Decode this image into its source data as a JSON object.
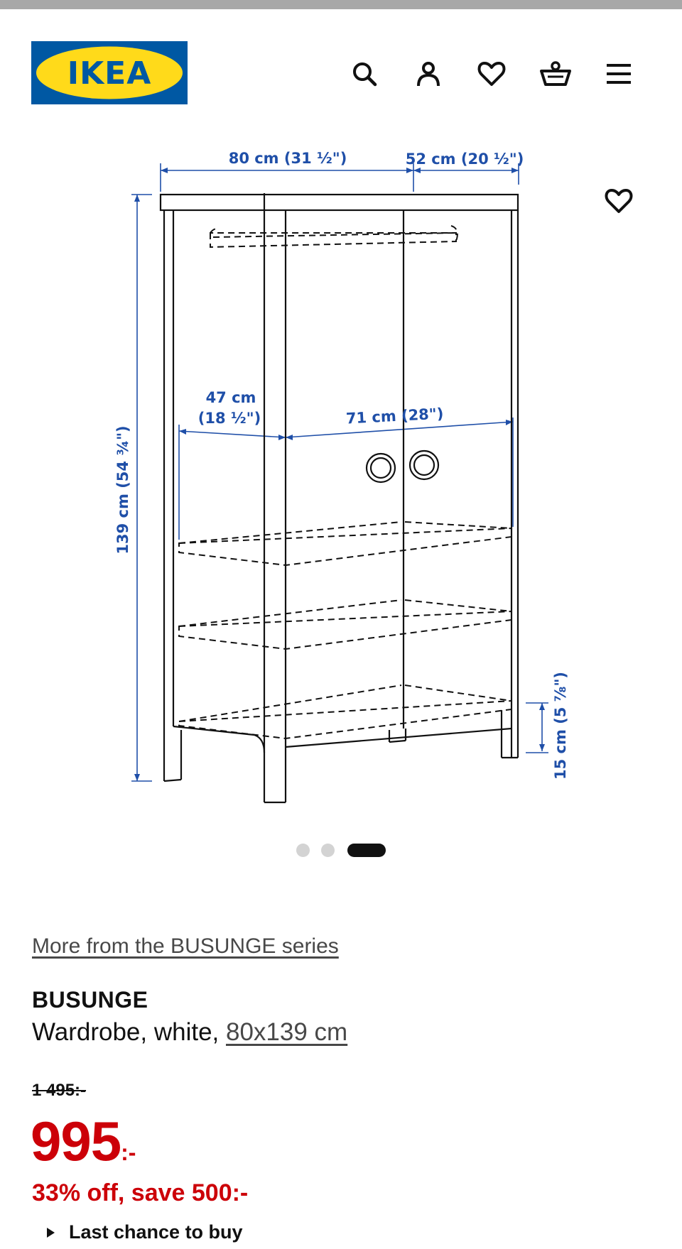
{
  "header": {
    "logo_text": "IKEA",
    "icons": [
      "search-icon",
      "user-icon",
      "heart-icon",
      "basket-icon",
      "menu-icon"
    ]
  },
  "gallery": {
    "dimensions": {
      "width_label": "80 cm (31 ½\")",
      "depth_label": "52 cm (20 ½\")",
      "height_label": "139 cm (54 ¾\")",
      "inner_depth_line1": "47 cm",
      "inner_depth_line2": "(18 ½\")",
      "inner_width_label": "71 cm (28\")",
      "leg_height_label": "15 cm (5 ⅞\")"
    },
    "current_image": 3,
    "total_images": 3
  },
  "product": {
    "series_link": "More from the BUSUNGE series",
    "name": "BUSUNGE",
    "description": "Wardrobe, white, ",
    "size_link": "80x139 cm",
    "old_price": "1 495:-",
    "price_integer": "995",
    "price_suffix": ":-",
    "discount_text": "33% off, save 500:-",
    "availability": "Last chance to buy"
  },
  "colors": {
    "brand_blue": "#0058a3",
    "brand_yellow": "#ffda1a",
    "price_red": "#cc0008",
    "dimension_blue": "#1f4fa8"
  }
}
